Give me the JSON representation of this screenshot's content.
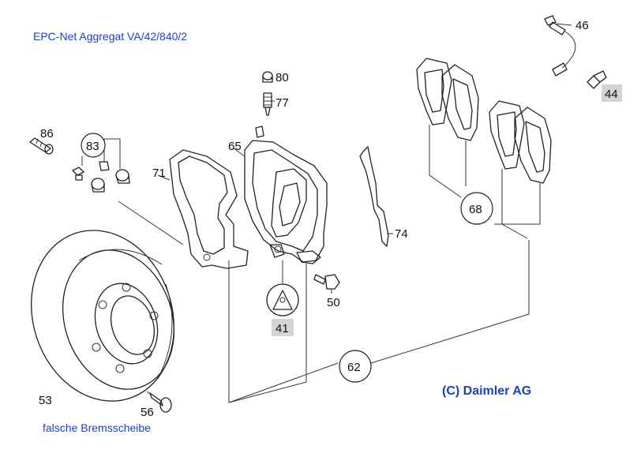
{
  "title": "EPC-Net Aggregat VA/42/840/2",
  "copyright": "(C) Daimler AG",
  "footnote": "falsche Bremsscheibe",
  "colors": {
    "header_text": "#1a3fc4",
    "badge_fill": "#d4d4d4",
    "line": "#222222"
  },
  "parts": {
    "p46": "46",
    "p44": "44",
    "p80": "80",
    "p77": "77",
    "p86": "86",
    "p83": "83",
    "p65": "65",
    "p71": "71",
    "p68": "68",
    "p74": "74",
    "p50": "50",
    "p41": "41",
    "p62": "62",
    "p53": "53",
    "p56": "56"
  }
}
